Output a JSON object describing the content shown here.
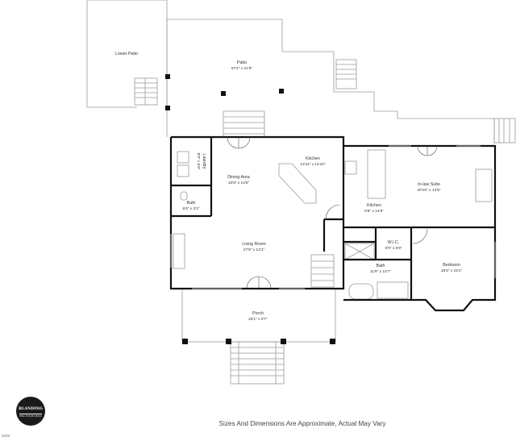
{
  "rooms": {
    "lower_patio": {
      "name": "Lower Patio"
    },
    "patio": {
      "name": "Patio",
      "dim": "57'2\" x 21'8\""
    },
    "kitchen_main": {
      "name": "Kitchen",
      "dim": "13'11\" x 14'10\""
    },
    "laundry": {
      "name": "Laundry",
      "dim": "8'9\" x 6'9\""
    },
    "dining": {
      "name": "Dining Area",
      "dim": "10'8\" x 14'5\""
    },
    "bath_main": {
      "name": "Bath",
      "dim": "6'6\" x 3'2\""
    },
    "living": {
      "name": "Living Room",
      "dim": "27'8\" x 13'1\""
    },
    "porch": {
      "name": "Porch",
      "dim": "28'1\" x 9'7\""
    },
    "suite_kitchen": {
      "name": "Kitchen",
      "dim": "6'8\" x 14'6\""
    },
    "inlaw_suite": {
      "name": "In-law Suite",
      "dim": "20'10\" x 14'6\""
    },
    "wic": {
      "name": "W.I.C.",
      "dim": "5'9\" x 5'9\""
    },
    "bath_suite": {
      "name": "Bath",
      "dim": "11'9\" x 10'7\""
    },
    "bedroom": {
      "name": "Bedroom",
      "dim": "15'5\" x 15'1\""
    }
  },
  "footer": {
    "disclaimer": "Sizes And Dimensions Are Approximate, Actual May Vary"
  },
  "logo": {
    "text": "BLANDING",
    "subtext": "REAL ESTATE GROUP"
  },
  "corner_mark": "2025"
}
